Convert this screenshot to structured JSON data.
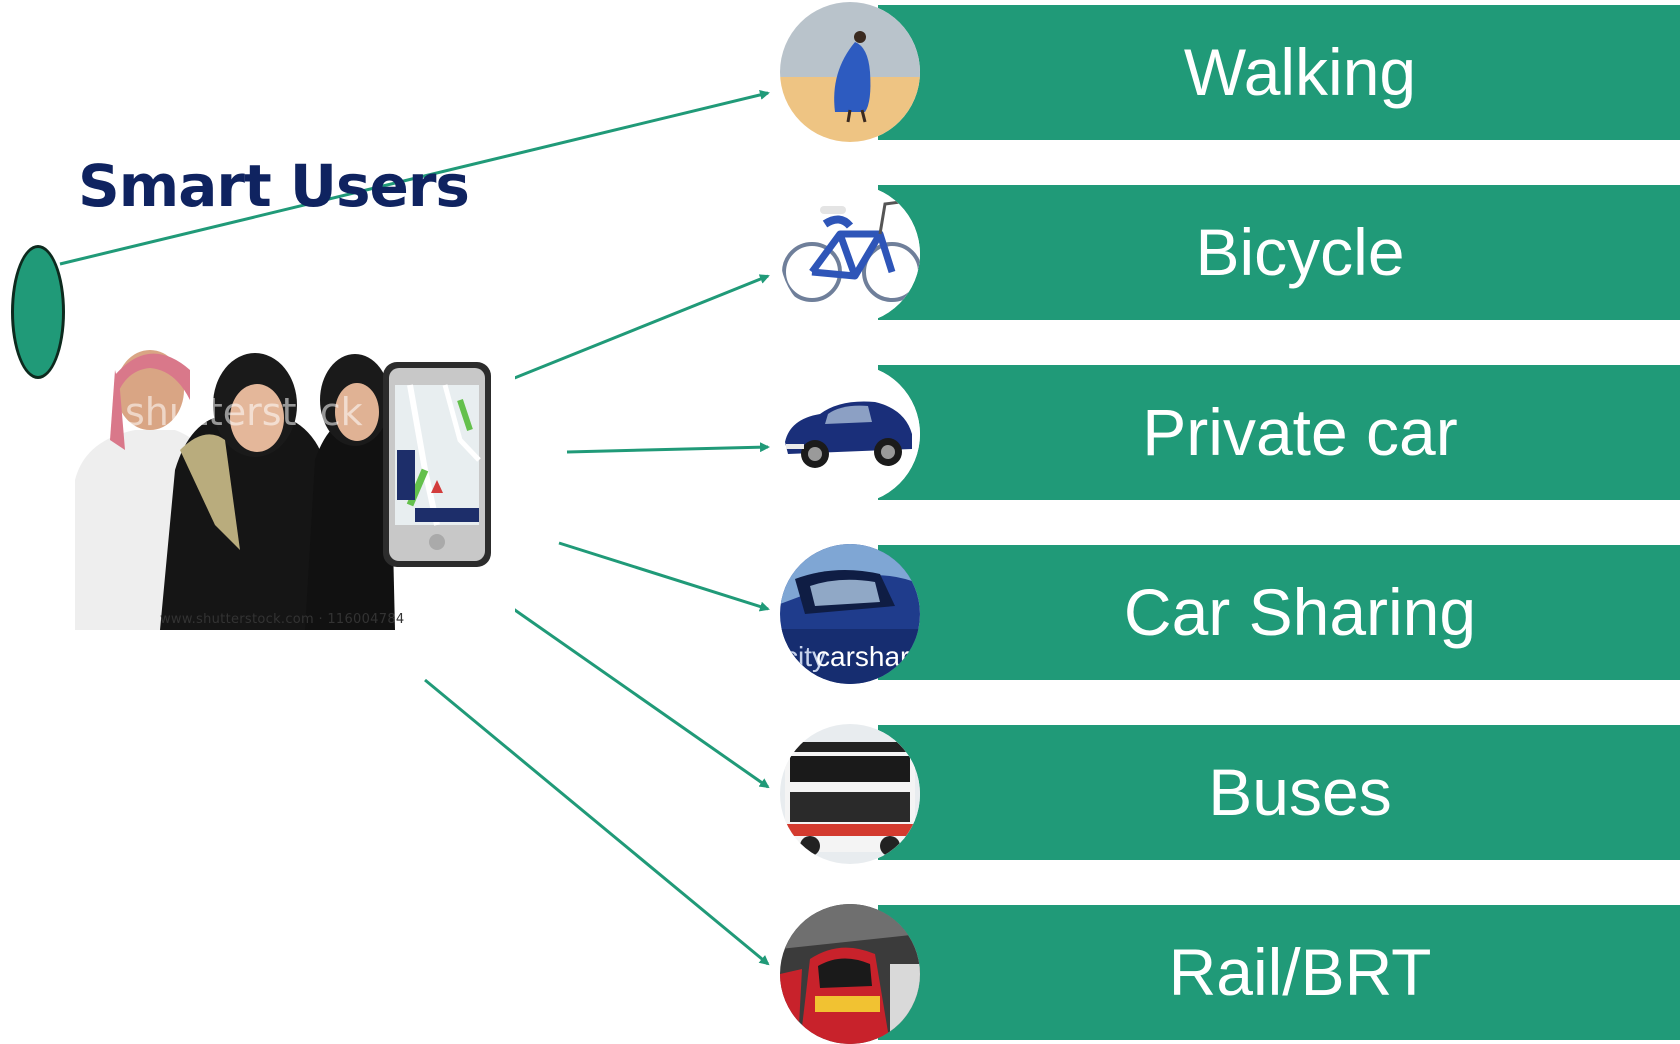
{
  "title": "Smart Users",
  "colors": {
    "band": "#209a78",
    "title": "#0f2360",
    "arrow": "#209a78"
  },
  "photo": {
    "caption": "www.shutterstock.com · 116004784"
  },
  "modes": [
    {
      "label": "Walking",
      "icon": "walking-person-icon"
    },
    {
      "label": "Bicycle",
      "icon": "bicycle-icon"
    },
    {
      "label": "Private car",
      "icon": "private-car-icon"
    },
    {
      "label": "Car Sharing",
      "icon": "car-sharing-icon"
    },
    {
      "label": "Buses",
      "icon": "bus-icon"
    },
    {
      "label": "Rail/BRT",
      "icon": "train-icon"
    }
  ]
}
